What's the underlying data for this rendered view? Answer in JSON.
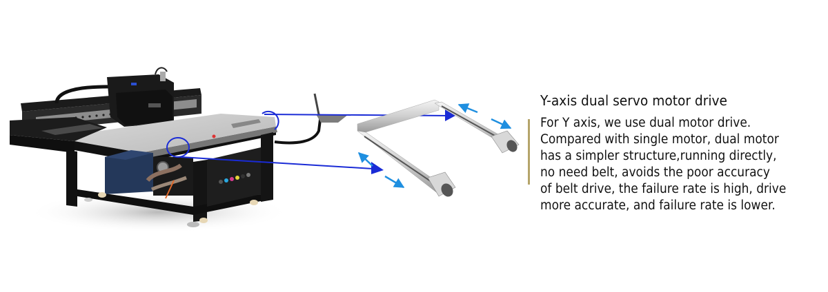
{
  "feature": {
    "title": "Y-axis dual servo motor drive",
    "description_lines": [
      "For Y axis, we use dual motor drive.",
      "Compared with single motor, dual motor",
      "has a simpler structure,running directly,",
      "no need belt, avoids the poor accuracy",
      "of belt drive, the failure rate is high, drive",
      "more accurate, and failure rate is lower."
    ],
    "accent_color": "#b5a46a",
    "callout_color": "#1a2bd6",
    "motion_arrow_color": "#1f8fe0"
  },
  "illustration": {
    "machine": "uv-flatbed-printer",
    "detail": "dual-y-axis-linear-rails-with-servo-motors",
    "callouts": [
      "upper-rail-callout",
      "lower-rail-callout"
    ],
    "motion_arrows": [
      "left-rail-bidirectional",
      "right-rail-bidirectional"
    ]
  }
}
